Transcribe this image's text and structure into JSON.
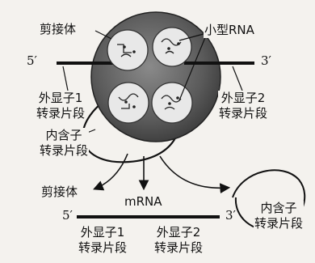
{
  "labels": {
    "spliceosome_top": "剪接体",
    "small_rna": "小型RNA",
    "five_prime_top": "5′",
    "three_prime_top": "3′",
    "exon1_top": [
      "外显子1",
      "转录片段"
    ],
    "exon2_top": [
      "外显子2",
      "转录片段"
    ],
    "intron_top": [
      "内含子",
      "转录片段"
    ],
    "spliceosome_bottom": "剪接体",
    "mrna": "mRNA",
    "five_prime_bottom": "5′",
    "three_prime_bottom": "3′",
    "intron_bottom": [
      "内含子",
      "转录片段"
    ],
    "exon1_bottom": [
      "外显子1",
      "转录片段"
    ],
    "exon2_bottom": [
      "外显子2",
      "转录片段"
    ]
  },
  "colors": {
    "background": "#f4f2ee",
    "spliceosome_shading": "#5a5a5a",
    "subunit_fill": "#eaeaea",
    "line": "#111111"
  }
}
